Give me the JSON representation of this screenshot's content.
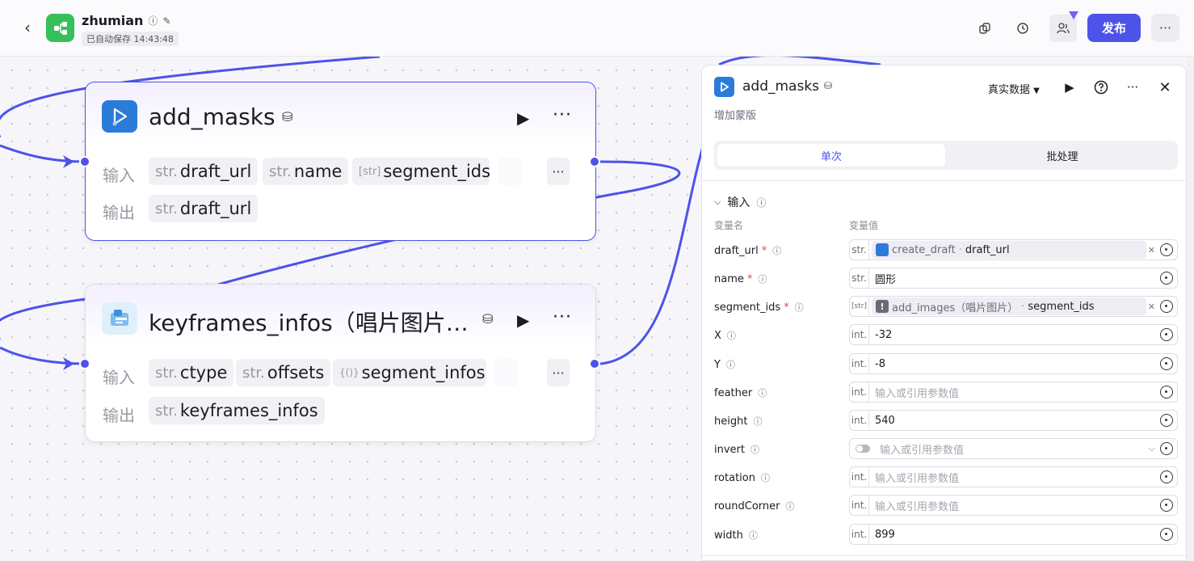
{
  "topbar": {
    "back_icon": "chevron-left-icon",
    "app_name": "zhumian",
    "saved_text": "已自动保存 14:43:48",
    "publish_label": "发布",
    "accent": "#4d53e8"
  },
  "nodes": [
    {
      "title": "add_masks",
      "input_label": "输入",
      "output_label": "输出",
      "inputs": [
        {
          "type": "str.",
          "name": "draft_url"
        },
        {
          "type": "str.",
          "name": "name"
        },
        {
          "type": "[str]",
          "name": "segment_ids"
        }
      ],
      "outputs": [
        {
          "type": "str.",
          "name": "draft_url"
        }
      ]
    },
    {
      "title": "keyframes_infos（唱片图片…",
      "input_label": "输入",
      "output_label": "输出",
      "inputs": [
        {
          "type": "str.",
          "name": "ctype"
        },
        {
          "type": "str.",
          "name": "offsets"
        },
        {
          "type": "{()}",
          "name": "segment_infos"
        }
      ],
      "outputs": [
        {
          "type": "str.",
          "name": "keyframes_infos"
        }
      ]
    }
  ],
  "panel": {
    "title": "add_masks",
    "description": "增加蒙版",
    "mode": "真实数据",
    "tabs": [
      {
        "label": "单次"
      },
      {
        "label": "批处理"
      }
    ],
    "section_title": "输入",
    "col_name": "变量名",
    "col_value": "变量值",
    "vars": [
      {
        "name": "draft_url",
        "required": "*",
        "type": "str.",
        "ref_node": "create_draft",
        "ref_field": "draft_url"
      },
      {
        "name": "name",
        "required": "*",
        "type": "str.",
        "value": "圆形"
      },
      {
        "name": "segment_ids",
        "required": "*",
        "type": "[str]",
        "ref_node": "add_images（唱片图片）",
        "ref_field": "segment_ids"
      },
      {
        "name": "X",
        "type": "int.",
        "value": "-32"
      },
      {
        "name": "Y",
        "type": "int.",
        "value": "-8"
      },
      {
        "name": "feather",
        "type": "int.",
        "placeholder": "输入或引用参数值"
      },
      {
        "name": "height",
        "type": "int.",
        "value": "540"
      },
      {
        "name": "invert",
        "placeholder": "输入或引用参数值"
      },
      {
        "name": "rotation",
        "type": "int.",
        "placeholder": "输入或引用参数值"
      },
      {
        "name": "roundCorner",
        "type": "int.",
        "placeholder": "输入或引用参数值"
      },
      {
        "name": "width",
        "type": "int.",
        "value": "899"
      }
    ]
  }
}
